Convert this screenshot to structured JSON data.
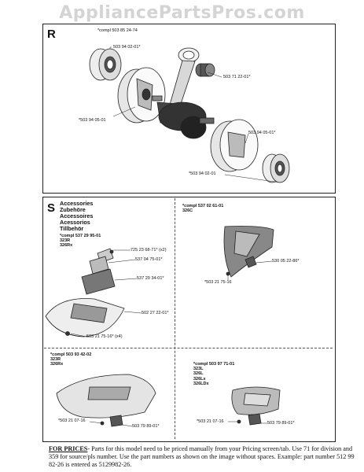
{
  "watermark": "AppliancePartsPros.com",
  "section_r": {
    "letter": "R",
    "compl": "*compl 503 85 24-74",
    "parts": {
      "p1": "503 94 02-01*",
      "p2": "503 71 22-01*",
      "p3": "*503 94 05-01",
      "p4": "503 94 05-01*",
      "p5": "*503 94 02-01"
    }
  },
  "section_s": {
    "letter": "S",
    "titles": [
      "Accessories",
      "Zubehöre",
      "Accessoires",
      "Acessorios",
      "Tillbehör"
    ],
    "group1": {
      "compl": "*compl 537 29 95-01",
      "models": [
        "323R",
        "326Rx"
      ],
      "parts": {
        "p1": "725 23 68-71* (x2)",
        "p2": "537 04 75-01*",
        "p3": "537 29 34-01*",
        "p4": "502 27 22-01*",
        "p5": "503 21 75-16* (x4)"
      }
    },
    "group2": {
      "compl": "*compl 537 02 61-01",
      "models": [
        "326C"
      ],
      "parts": {
        "p1": "530 05 22-86*",
        "p2": "*503 21 75-16"
      }
    },
    "group3": {
      "compl": "*compl 503 93 42-02",
      "models": [
        "323R",
        "326Rx"
      ],
      "parts": {
        "p1": "*503 21 07-16",
        "p2": "503 79 89-01*"
      }
    },
    "group4": {
      "compl": "*compl 503 97 71-01",
      "models": [
        "323L",
        "326L",
        "326Lx",
        "326LDx"
      ],
      "parts": {
        "p1": "*503 21 07-16",
        "p2": "503 79 89-01*"
      }
    }
  },
  "footer": {
    "prefix": "FOR PRICES",
    "text": "- Parts for this model need to be priced manually from your Pricing screen/tab. Use 71 for division and 359 for source/pls number. Use the part numbers as shown on the image without spaces. Example: part number 512 99 82-26 is entered as 5129982-26."
  }
}
